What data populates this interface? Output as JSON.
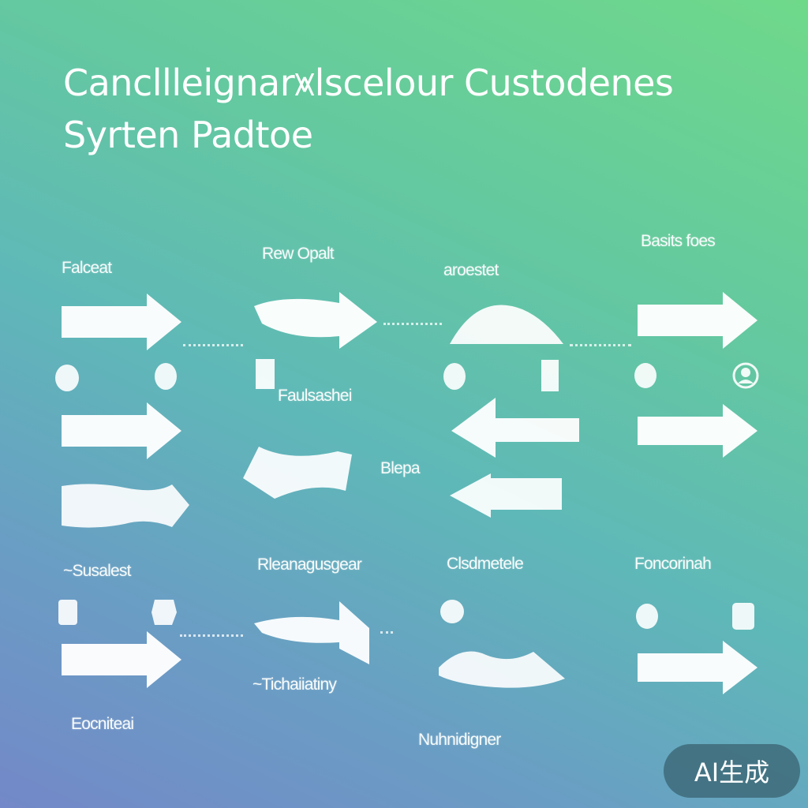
{
  "title": {
    "line1": "Cancllleignar⩙lscelour Custodenes",
    "line2": "Syrten Padtoe"
  },
  "labels": {
    "r1c1": "Falceat",
    "r1c2": "Rew Opalt",
    "r1c3": "aroestet",
    "r1c4": "Basits foes",
    "mid1": "Faulsashei",
    "mid2": "Blepa",
    "r3c1": "~Susalest",
    "r3c2": "Rleanagusgear",
    "r3c3": "Clsdmetele",
    "r3c4": "Foncorinah",
    "bot2": "~Tichaiiatiny",
    "bot1": "Eocniteai",
    "bot3": "Nuhnidigner"
  },
  "badge": {
    "text": "AI生成"
  },
  "colors": {
    "accent": "#ffffff",
    "badge": "#38606e"
  }
}
